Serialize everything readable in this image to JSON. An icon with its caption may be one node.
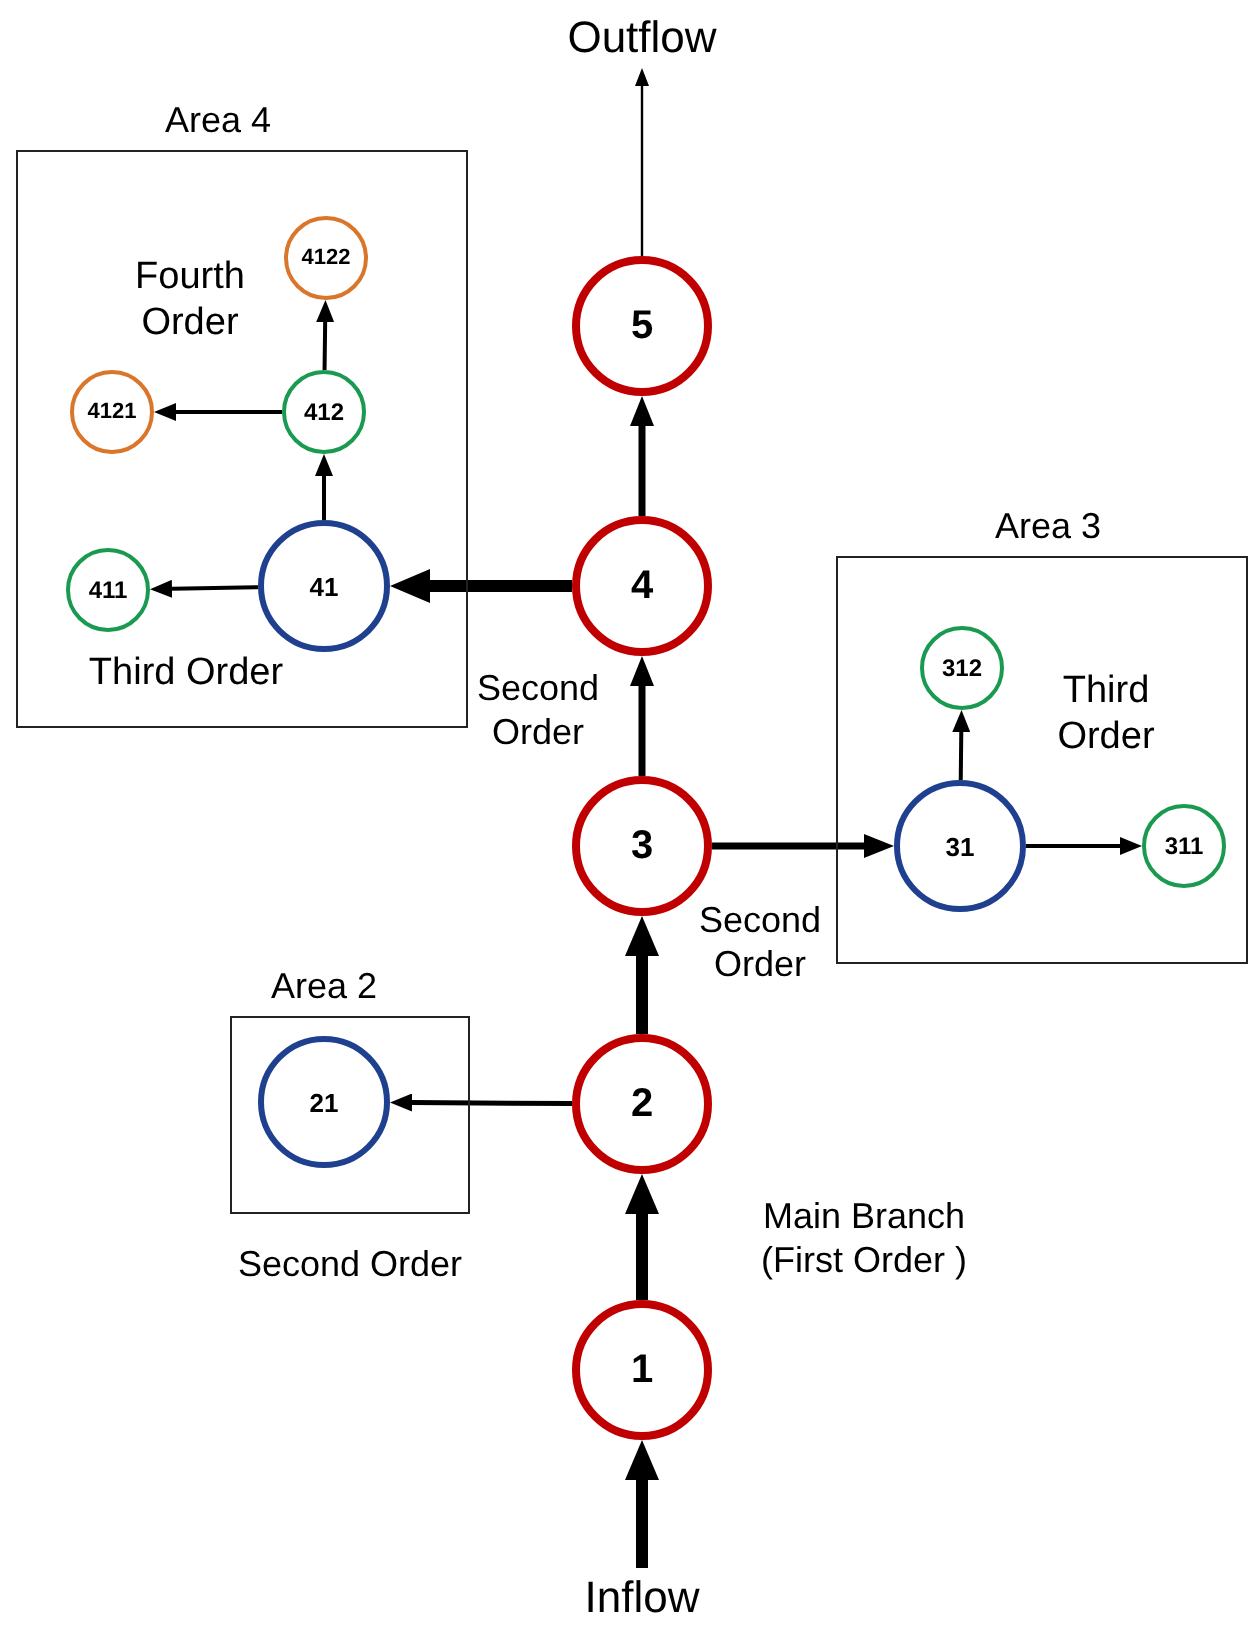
{
  "diagram": {
    "nodes": [
      {
        "text": [
          "Outflow"
        ]
      },
      {
        "text": [
          "Area 4",
          "Fourth Order",
          "Third Order"
        ]
      },
      {
        "text": [
          "4122"
        ],
        "in": 1
      },
      {
        "text": [
          "4121"
        ],
        "in": 1
      },
      {
        "text": [
          "412"
        ],
        "in": 1
      },
      {
        "text": [
          "411"
        ],
        "in": 1
      },
      {
        "text": [
          "41"
        ],
        "in": 1
      },
      {
        "text": [
          "5"
        ]
      },
      {
        "text": [
          "4"
        ]
      },
      {
        "text": [
          "Area 3",
          "Third Order"
        ]
      },
      {
        "text": [
          "312"
        ],
        "in": 9
      },
      {
        "text": [
          "31"
        ],
        "in": 9
      },
      {
        "text": [
          "311"
        ],
        "in": 9
      },
      {
        "text": [
          "3"
        ]
      },
      {
        "text": [
          "Area 2"
        ]
      },
      {
        "text": [
          "21"
        ],
        "in": 14
      },
      {
        "text": [
          "2"
        ]
      },
      {
        "text": [
          "1"
        ]
      },
      {
        "text": [
          "Inflow"
        ]
      }
    ],
    "edges": [
      {
        "from": 18,
        "to": 17,
        "arrow": "to",
        "style": "thick"
      },
      {
        "from": 17,
        "to": 16,
        "arrow": "to",
        "style": "thick"
      },
      {
        "from": 16,
        "to": 15,
        "arrow": "to"
      },
      {
        "from": 16,
        "to": 13,
        "arrow": "to",
        "style": "thick"
      },
      {
        "from": 13,
        "to": 11,
        "arrow": "to"
      },
      {
        "from": 11,
        "to": 12,
        "arrow": "to"
      },
      {
        "from": 11,
        "to": 10,
        "arrow": "to"
      },
      {
        "from": 13,
        "to": 8,
        "arrow": "to"
      },
      {
        "from": 8,
        "to": 6,
        "arrow": "to",
        "style": "thick"
      },
      {
        "from": 6,
        "to": 5,
        "arrow": "to"
      },
      {
        "from": 6,
        "to": 4,
        "arrow": "to"
      },
      {
        "from": 4,
        "to": 3,
        "arrow": "to"
      },
      {
        "from": 4,
        "to": 2,
        "arrow": "to"
      },
      {
        "from": 8,
        "to": 7,
        "arrow": "to"
      },
      {
        "from": 7,
        "to": 0,
        "arrow": "to"
      }
    ],
    "labels": [
      "Second Order",
      "Second Order",
      "Second Order",
      "Main Branch (First Order )"
    ]
  }
}
